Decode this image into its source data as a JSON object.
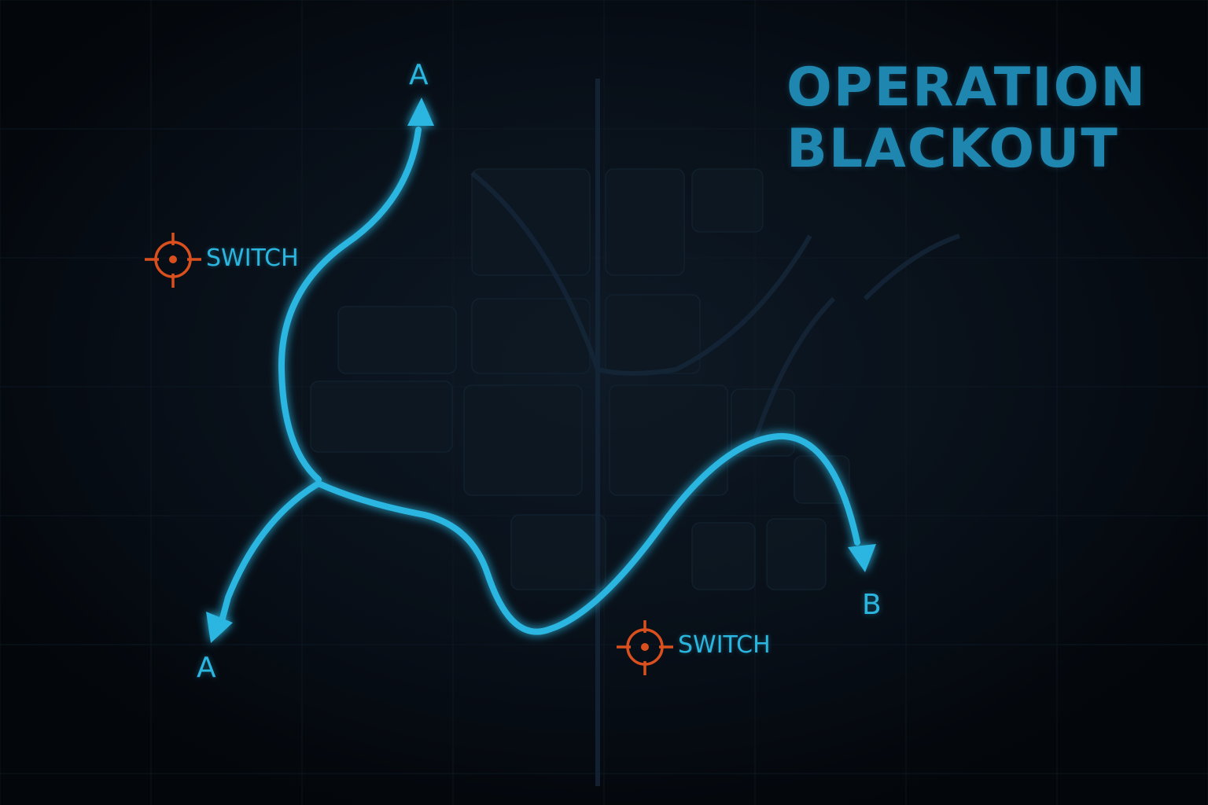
{
  "title": {
    "line1": "OPERATION",
    "line2": "BLACKOUT"
  },
  "labels": {
    "start_top": "A",
    "start_bottom": "A",
    "destination": "B"
  },
  "markers": [
    {
      "label": "SWITCH",
      "icon": "crosshair-icon",
      "color": "#d9501e"
    },
    {
      "label": "SWITCH",
      "icon": "crosshair-icon",
      "color": "#d9501e"
    }
  ],
  "colors": {
    "background": "#05090f",
    "route": "#2bb6e0",
    "title": "#1f86b0",
    "marker": "#d9501e",
    "map_blocks": "#0e1a26"
  }
}
